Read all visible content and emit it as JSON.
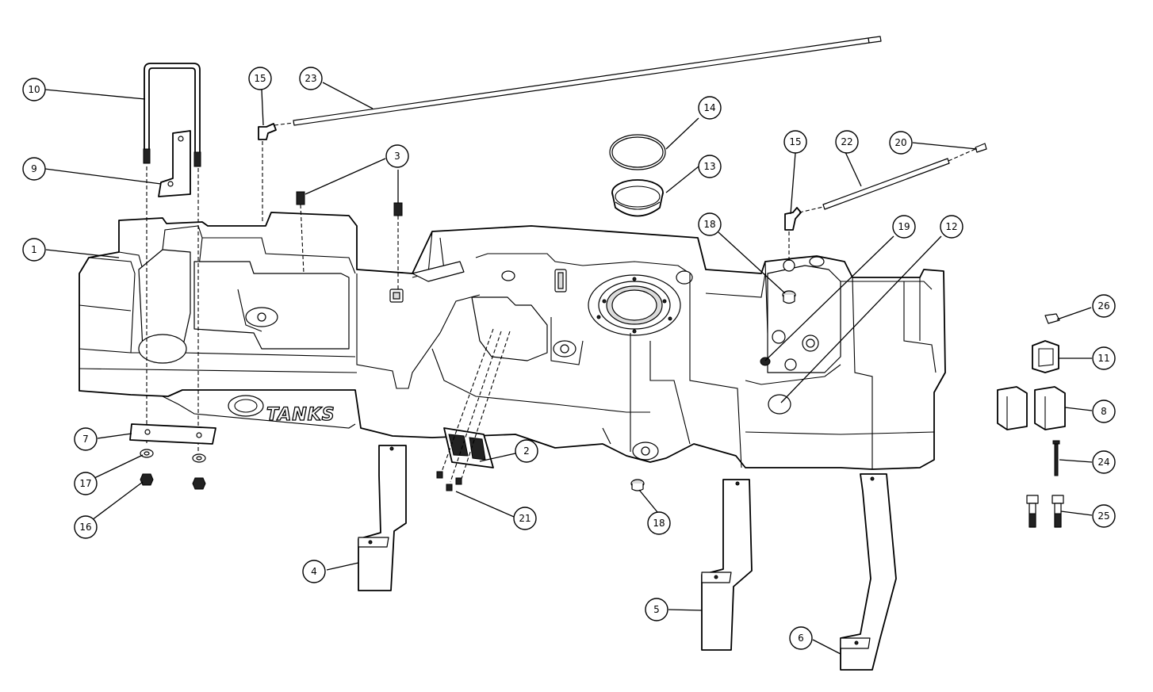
{
  "diagram": {
    "brand_logo_text": "TANKS",
    "callouts": [
      {
        "id": "c1",
        "label": "1"
      },
      {
        "id": "c2",
        "label": "2"
      },
      {
        "id": "c3",
        "label": "3"
      },
      {
        "id": "c4",
        "label": "4"
      },
      {
        "id": "c5",
        "label": "5"
      },
      {
        "id": "c6",
        "label": "6"
      },
      {
        "id": "c7",
        "label": "7"
      },
      {
        "id": "c8",
        "label": "8"
      },
      {
        "id": "c9",
        "label": "9"
      },
      {
        "id": "c10",
        "label": "10"
      },
      {
        "id": "c11",
        "label": "11"
      },
      {
        "id": "c12",
        "label": "12"
      },
      {
        "id": "c13",
        "label": "13"
      },
      {
        "id": "c14",
        "label": "14"
      },
      {
        "id": "c15a",
        "label": "15"
      },
      {
        "id": "c15b",
        "label": "15"
      },
      {
        "id": "c16",
        "label": "16"
      },
      {
        "id": "c17",
        "label": "17"
      },
      {
        "id": "c18a",
        "label": "18"
      },
      {
        "id": "c18b",
        "label": "18"
      },
      {
        "id": "c19",
        "label": "19"
      },
      {
        "id": "c20",
        "label": "20"
      },
      {
        "id": "c21",
        "label": "21"
      },
      {
        "id": "c22",
        "label": "22"
      },
      {
        "id": "c23",
        "label": "23"
      },
      {
        "id": "c24",
        "label": "24"
      },
      {
        "id": "c25",
        "label": "25"
      },
      {
        "id": "c26",
        "label": "26"
      }
    ]
  }
}
